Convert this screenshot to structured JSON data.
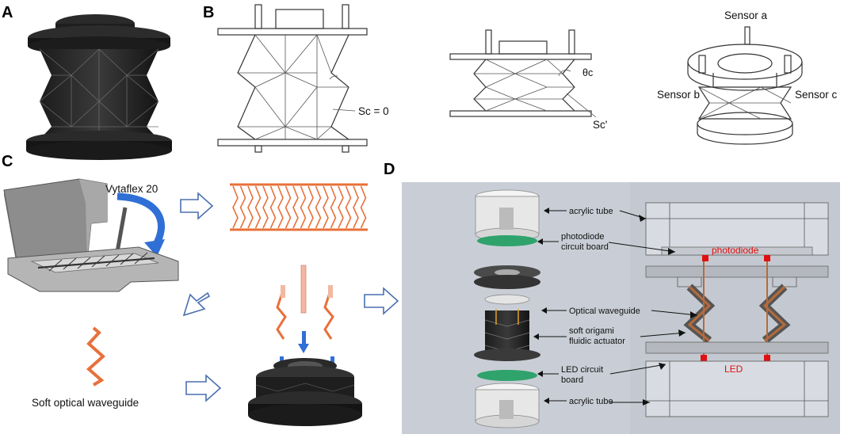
{
  "panels": {
    "a": {
      "label": "A"
    },
    "b": {
      "label": "B",
      "sc_zero": "Sc = 0",
      "theta": "θc",
      "sc_prime": "Sc'",
      "sensor_a": "Sensor a",
      "sensor_b": "Sensor b",
      "sensor_c": "Sensor c"
    },
    "c": {
      "label": "C",
      "material": "Vytaflex 20",
      "waveguide": "Soft optical waveguide"
    },
    "d": {
      "label": "D",
      "acrylic_tube_top": "acrylic tube",
      "photodiode_board_1": "photodiode",
      "photodiode_board_2": "circuit board",
      "optical_waveguide": "Optical waveguide",
      "actuator_1": "soft origami",
      "actuator_2": "fluidic actuator",
      "led_board_1": "LED circuit",
      "led_board_2": "board",
      "acrylic_tube_bottom": "acrylic tube",
      "photodiode_red": "photodiode",
      "led_red": "LED"
    }
  },
  "colors": {
    "waveguide": "#e8703a",
    "arrow_outline": "#4a6fb0",
    "blue_arrow": "#2f6fd6",
    "panel_d_bg": "#c9ced6",
    "green_board": "#2fa36b",
    "red_marker": "#e01010"
  }
}
